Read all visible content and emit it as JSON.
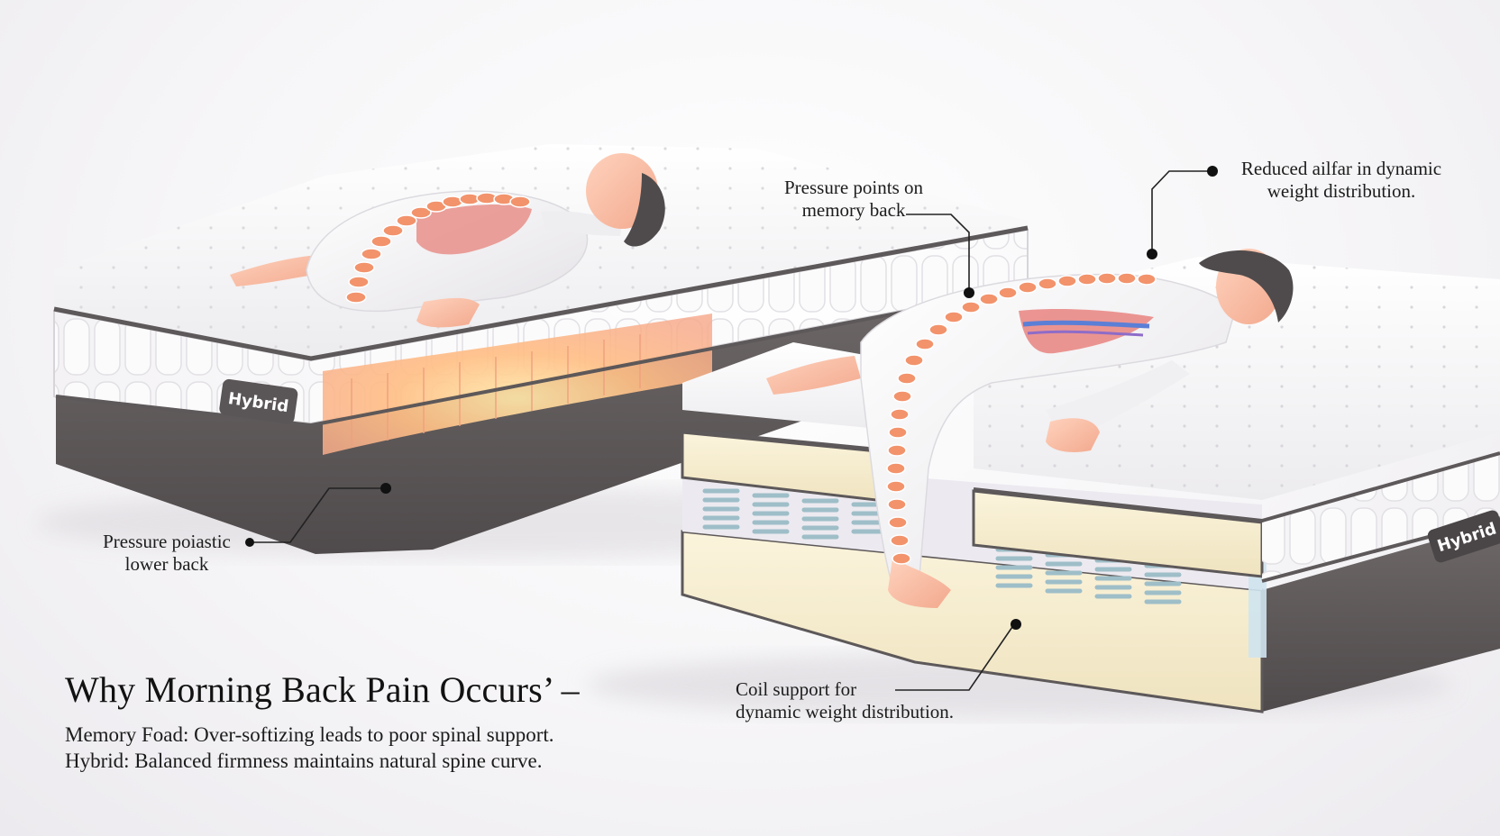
{
  "badges": {
    "left": "Hybrid",
    "right": "Hybrid"
  },
  "callouts": {
    "pressure_points": {
      "line1": "Pressure points on",
      "line2": "memory back"
    },
    "reduced": {
      "line1": "Reduced ailfar in dynamic",
      "line2": "weight distribution."
    },
    "pressure_lower": {
      "line1": "Pressure poiastic",
      "line2": "lower back"
    },
    "coil": {
      "line1": "Coil support for",
      "line2": "dynamic weight distribution."
    }
  },
  "caption": {
    "title": "Why Morning Back Pain Occurs’ –",
    "line1": "Memory Foad: Over-softizing leads to poor spinal support.",
    "line2": "Hybrid: Balanced firmness maintains natural spine curve."
  },
  "colors": {
    "accent_pressure": "#f39a6e",
    "base_dark": "#5f5a5a",
    "foam": "#f5ecd0",
    "coil": "#a9c4cc"
  }
}
